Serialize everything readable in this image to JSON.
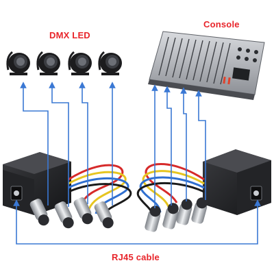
{
  "labels": {
    "dmx_led": "DMX LED",
    "console": "Console",
    "rj45_cable": "RJ45 cable"
  },
  "colors": {
    "label_red": "#e8242a",
    "arrow_blue": "#3a78d4",
    "box_dark": "#1e1f22",
    "cable_red": "#d62a2a",
    "cable_yellow": "#e6c520",
    "cable_blue": "#2f6fd0",
    "cable_black": "#1a1a1a",
    "xlr_silver": "#c9ccd1"
  },
  "icons": [
    "par-light-icon",
    "mixing-console-icon",
    "dmx-splitter-box-icon",
    "xlr-connector-icon",
    "rj45-port-icon"
  ]
}
